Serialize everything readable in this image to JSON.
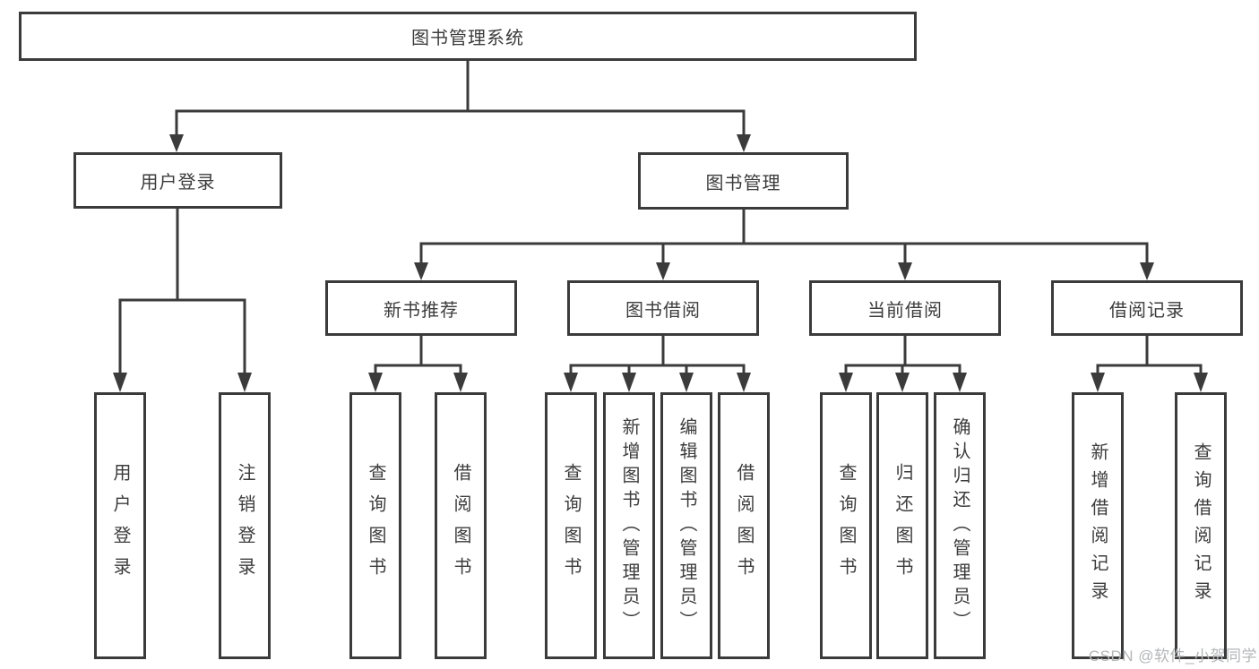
{
  "tree": {
    "label": "图书管理系统",
    "children": [
      {
        "label": "用户登录",
        "children": [
          {
            "label": "用户登录"
          },
          {
            "label": "注销登录"
          }
        ]
      },
      {
        "label": "图书管理",
        "children": [
          {
            "label": "新书推荐",
            "children": [
              {
                "label": "查询图书"
              },
              {
                "label": "借阅图书"
              }
            ]
          },
          {
            "label": "图书借阅",
            "children": [
              {
                "label": "查询图书"
              },
              {
                "label": "新增图书（管理员）"
              },
              {
                "label": "编辑图书（管理员）"
              },
              {
                "label": "借阅图书"
              }
            ]
          },
          {
            "label": "当前借阅",
            "children": [
              {
                "label": "查询图书"
              },
              {
                "label": "归还图书"
              },
              {
                "label": "确认归还（管理员）"
              }
            ]
          },
          {
            "label": "借阅记录",
            "children": [
              {
                "label": "新增借阅记录"
              },
              {
                "label": "查询借阅记录"
              }
            ]
          }
        ]
      }
    ]
  },
  "watermark": {
    "text": "CSDN @软件_小贺同学"
  },
  "colors": {
    "line": "#3b3b3b",
    "text": "#3c3c3c",
    "watermark": "#b4b6b8",
    "background": "#ffffff"
  }
}
